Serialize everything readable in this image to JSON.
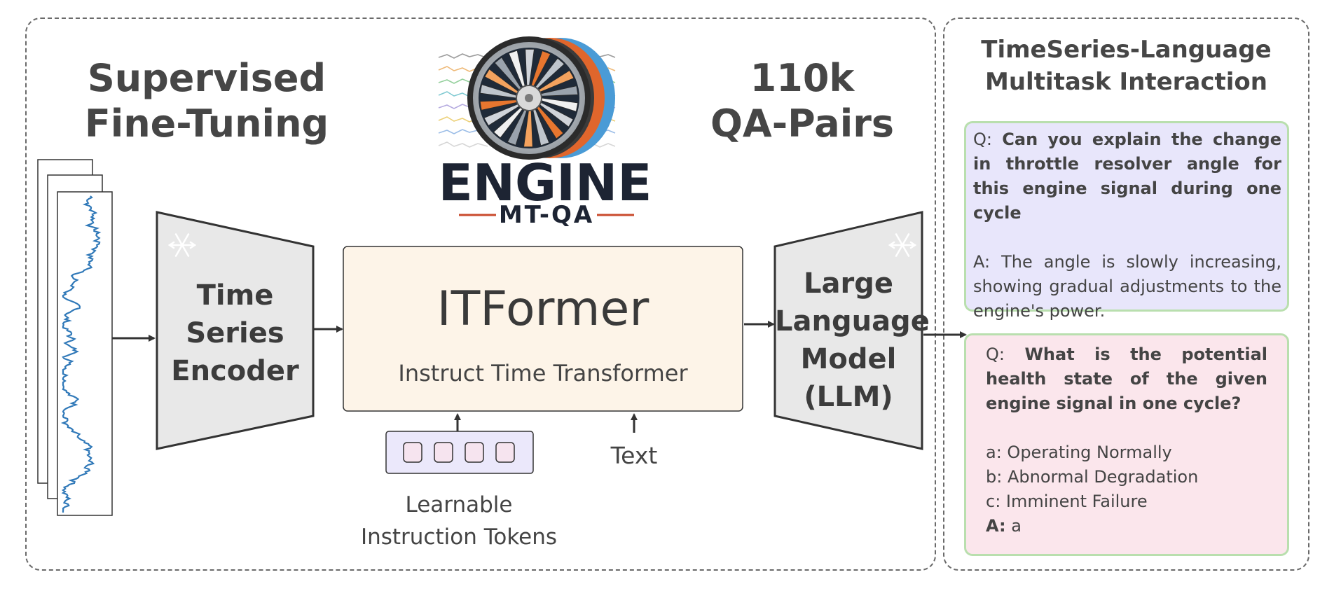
{
  "left_panel": {
    "heading_sft": [
      "Supervised",
      "Fine-Tuning"
    ],
    "heading_pairs": [
      "110k",
      "QA-Pairs"
    ],
    "logo": {
      "word": "ENGINE",
      "sub": "MT-QA"
    },
    "encoder": {
      "label": [
        "Time",
        "Series",
        "Encoder"
      ],
      "frozen_icon": "snowflake-icon"
    },
    "itformer": {
      "title": "ITFormer",
      "subtitle": "Instruct Time Transformer"
    },
    "tokens_label": [
      "Learnable",
      "Instruction Tokens"
    ],
    "text_label": "Text",
    "llm": {
      "label": [
        "Large",
        "Language",
        "Model",
        "(LLM)"
      ],
      "frozen_icon": "snowflake-icon"
    }
  },
  "right_panel": {
    "title": [
      "TimeSeries-Language",
      "Multitask Interaction"
    ],
    "qa1": {
      "q_prefix": "Q:",
      "question": "Can you explain the change in throttle resolver angle for this engine signal during one cycle",
      "a_prefix": "A:",
      "answer": "The angle is slowly increasing, showing gradual adjustments to the engine's power."
    },
    "qa2": {
      "q_prefix": "Q:",
      "question": "What is the potential health state of the given engine signal in one cycle?",
      "options": [
        "a: Operating Normally",
        "b: Abnormal Degradation",
        "c: Imminent Failure"
      ],
      "a_prefix": "A:",
      "answer": "a"
    }
  },
  "colors": {
    "itformer_fill": "#fdf4e8",
    "trapezoid_fill": "#e8e8e8",
    "token_fill": "#ebe8fb",
    "token_cell_fill": "#f6e4ef",
    "qa1_fill": "#e8e6fb",
    "qa2_fill": "#fbe6ec",
    "qa_border": "#b9dfae",
    "signal": "#2f78b8"
  }
}
